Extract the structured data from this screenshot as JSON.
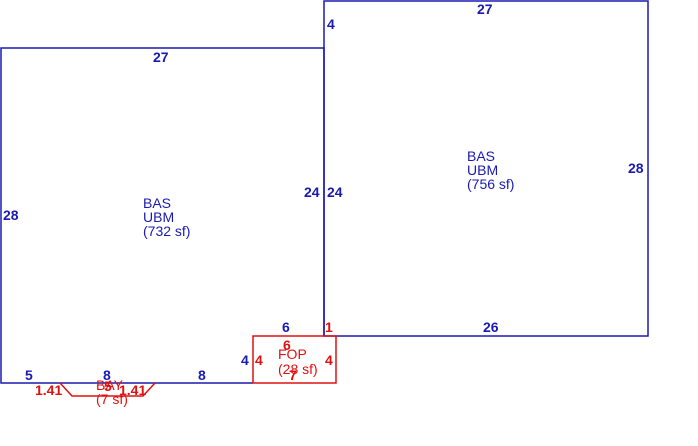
{
  "colors": {
    "main_structure": "#1a1ab0",
    "sub_structure": "#e01010",
    "background": "#ffffff"
  },
  "areas": [
    {
      "id": "bas-left",
      "code": "BAS",
      "subcode": "UBM",
      "area": "(732 sf)",
      "dimensions": [
        "27",
        "28",
        "24",
        "5",
        "8",
        "8",
        "4",
        "6"
      ]
    },
    {
      "id": "bas-right",
      "code": "BAS",
      "subcode": "UBM",
      "area": "(756 sf)",
      "dimensions": [
        "27",
        "4",
        "28",
        "24",
        "26",
        "1"
      ]
    },
    {
      "id": "fop",
      "code": "FOP",
      "area": "(28 sf)",
      "dimensions": [
        "6",
        "4",
        "4",
        "7"
      ]
    },
    {
      "id": "bay",
      "code": "BAY",
      "area": "(7 sf)",
      "dimensions": [
        "1.41",
        "1.41",
        "5"
      ]
    }
  ]
}
